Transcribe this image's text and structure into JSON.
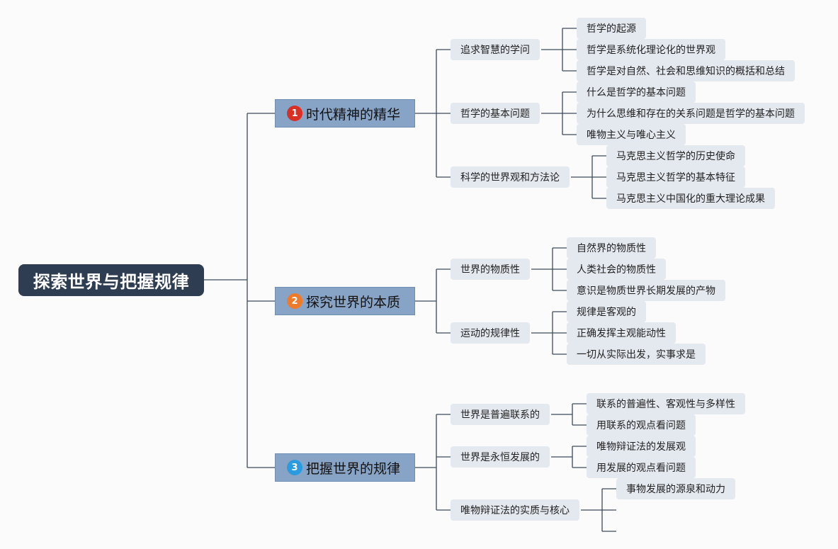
{
  "root": "探索世界与把握规律",
  "colors": {
    "root_bg": "#2f3d52",
    "main_bg": "#87a4c7",
    "node_bg": "#e4e8ef",
    "line": "#3c4a5c",
    "badge_1": "#d93025",
    "badge_2": "#ee7a2a",
    "badge_3": "#2b9be0"
  },
  "branches": [
    {
      "badge": "1",
      "title": "时代精神的精华",
      "children": [
        {
          "label": "追求智慧的学问",
          "leaves": [
            "哲学的起源",
            "哲学是系统化理论化的世界观",
            "哲学是对自然、社会和思维知识的概括和总结"
          ]
        },
        {
          "label": "哲学的基本问题",
          "leaves": [
            "什么是哲学的基本问题",
            "为什么思维和存在的关系问题是哲学的基本问题",
            "唯物主义与唯心主义"
          ]
        },
        {
          "label": "科学的世界观和方法论",
          "leaves": [
            "马克思主义哲学的历史使命",
            "马克思主义哲学的基本特征",
            "马克思主义中国化的重大理论成果"
          ]
        }
      ]
    },
    {
      "badge": "2",
      "title": "探究世界的本质",
      "children": [
        {
          "label": "世界的物质性",
          "leaves": [
            "自然界的物质性",
            "人类社会的物质性",
            "意识是物质世界长期发展的产物"
          ]
        },
        {
          "label": "运动的规律性",
          "leaves": [
            "规律是客观的",
            "正确发挥主观能动性",
            "一切从实际出发，实事求是"
          ]
        }
      ]
    },
    {
      "badge": "3",
      "title": "把握世界的规律",
      "children": [
        {
          "label": "世界是普遍联系的",
          "leaves": [
            "联系的普遍性、客观性与多样性",
            "用联系的观点看问题"
          ]
        },
        {
          "label": "世界是永恒发展的",
          "leaves": [
            "唯物辩证法的发展观",
            "用发展的观点看问题"
          ]
        },
        {
          "label": "唯物辩证法的实质与核心",
          "leaves": [
            "事物发展的源泉和动力",
            "",
            ""
          ]
        }
      ]
    }
  ]
}
